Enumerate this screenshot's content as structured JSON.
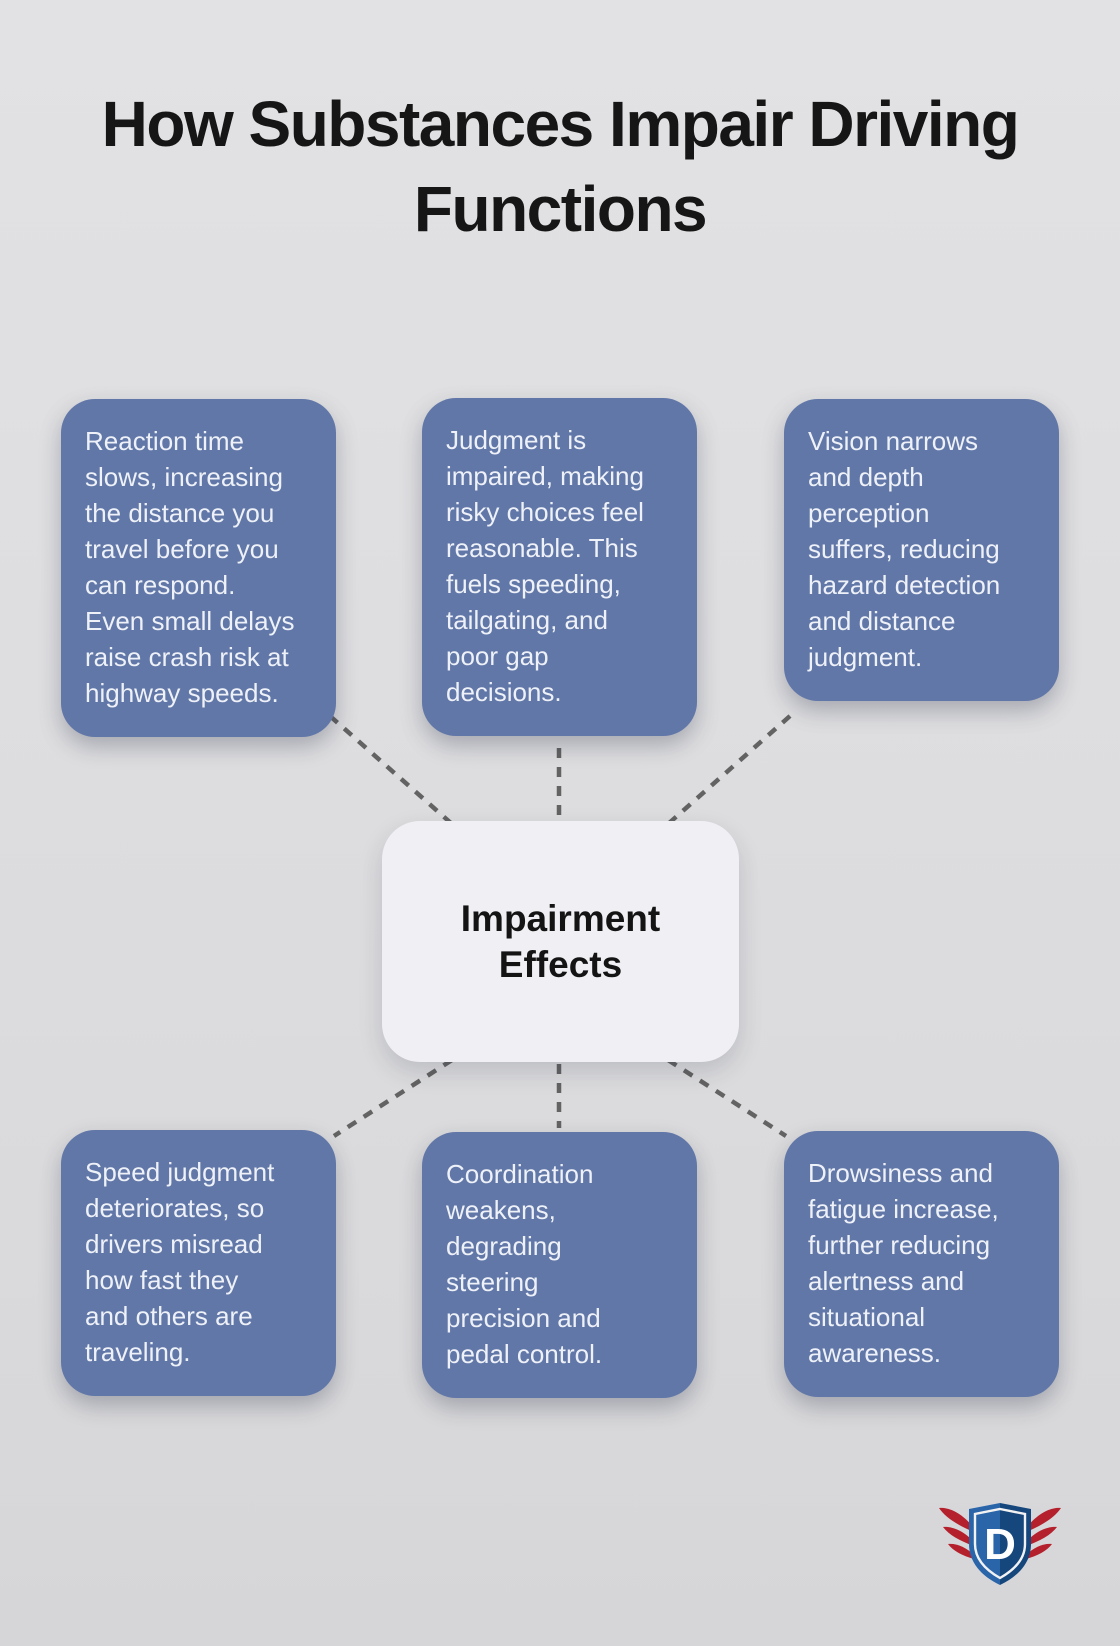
{
  "title": "How Substances Impair Driving\nFunctions",
  "center": {
    "label": "Impairment\nEffects"
  },
  "nodes": [
    {
      "id": "reaction-time",
      "text": "Reaction time\nslows, increasing\nthe distance you\ntravel before you\ncan respond.\nEven small delays\nraise crash risk at\nhighway speeds."
    },
    {
      "id": "judgment",
      "text": "Judgment is\nimpaired, making\nrisky choices feel\nreasonable. This\nfuels speeding,\ntailgating, and\npoor gap\ndecisions."
    },
    {
      "id": "vision",
      "text": "Vision narrows\nand depth\nperception\nsuffers, reducing\nhazard detection\nand distance\njudgment."
    },
    {
      "id": "speed-judgment",
      "text": "Speed judgment\ndeteriorates, so\ndrivers misread\nhow fast they\nand others are\ntraveling."
    },
    {
      "id": "coordination",
      "text": "Coordination\nweakens,\ndegrading\nsteering\nprecision and\npedal control."
    },
    {
      "id": "drowsiness",
      "text": "Drowsiness and\nfatigue increase,\nfurther reducing\nalertness and\nsituational\nawareness."
    }
  ],
  "logo": {
    "letter": "D"
  },
  "colors": {
    "background": "#dedee0",
    "node_fill": "#6177a8",
    "node_text": "#eef1f7",
    "center_fill": "#f0f0f4",
    "title_text": "#161616",
    "connector": "#636363",
    "logo_red": "#b4202c",
    "logo_blue_light": "#2a65aa",
    "logo_blue_dark": "#15467c"
  }
}
